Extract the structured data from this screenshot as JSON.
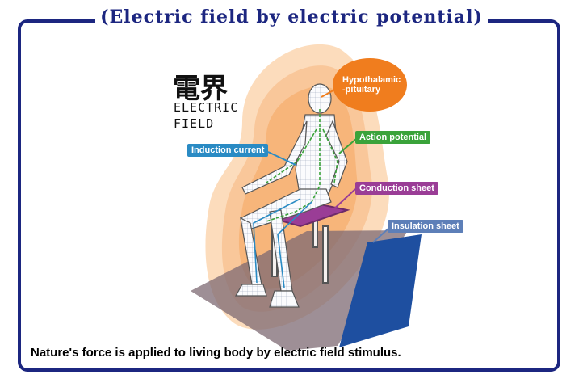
{
  "title": "(Electric field by electric potential)",
  "kanji": "電界",
  "electric_field_label": [
    "ELECTRIC",
    "FIELD"
  ],
  "labels": {
    "hypothalamic_line1": "Hypothalamic",
    "hypothalamic_line2": "-pituitary",
    "induction_current": "Induction current",
    "action_potential": "Action potential",
    "conduction_sheet": "Conduction sheet",
    "insulation_sheet": "Insulation sheet"
  },
  "caption": "Nature's force is applied to living body by electric field stimulus.",
  "colors": {
    "frame": "#1c2680",
    "hypothalamic": "#f07d1e",
    "induction_current": "#2a8bc4",
    "action_potential": "#3aa33a",
    "conduction_sheet": "#9a3d96",
    "insulation_sheet": "#5d7fb8",
    "insulation_floor": "#1e4fa0",
    "field_glow": "#f7b57a"
  }
}
